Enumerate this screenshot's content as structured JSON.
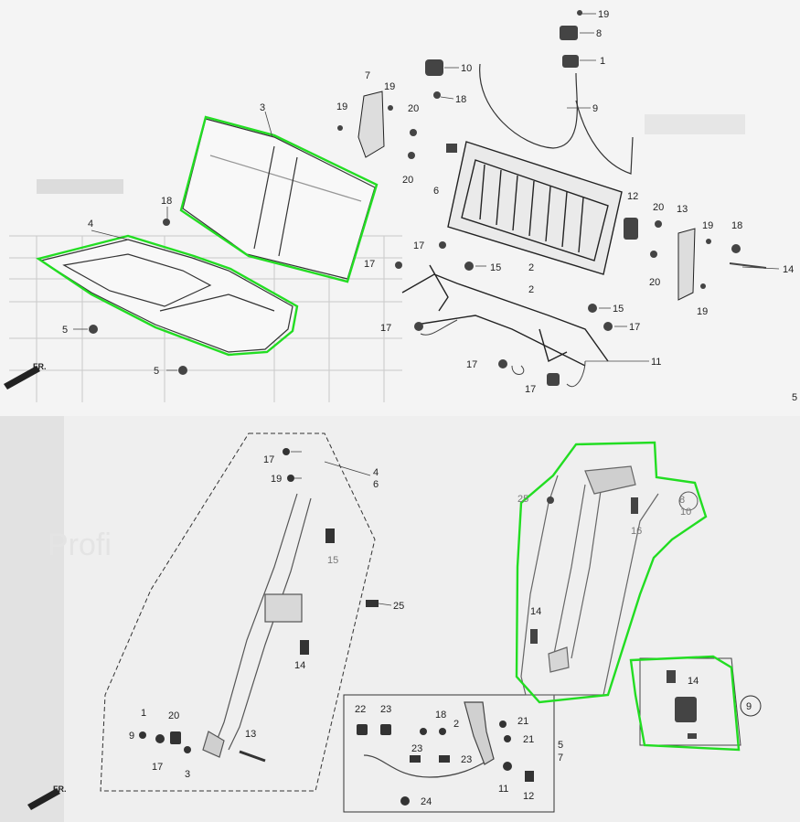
{
  "colors": {
    "highlight": "#22dd22",
    "ink": "#222222",
    "paper_top": "#f3f3f3",
    "paper_bottom": "#eeeeee"
  },
  "top_diagram": {
    "callouts": {
      "c19a": "19",
      "c8a": "8",
      "c1a": "1",
      "c10a": "10",
      "c18a": "18",
      "c9a": "9",
      "c7": "7",
      "c19b": "19",
      "c19c": "19",
      "c20a": "20",
      "c20b": "20",
      "c6": "6",
      "c3": "3",
      "c18b": "18",
      "c4": "4",
      "c5a": "5",
      "c5b": "5",
      "c17a": "17",
      "c17b": "17",
      "c15a": "15",
      "c2a": "2",
      "c2b": "2",
      "c12a": "12",
      "c20c": "20",
      "c20d": "20",
      "c13": "13",
      "c19d": "19",
      "c18c": "18",
      "c14": "14",
      "c19e": "19",
      "c15b": "15",
      "c17c": "17",
      "c17d": "17",
      "c17e": "17",
      "c17f": "17",
      "c11": "11",
      "c_edge": "5"
    },
    "front_marker": "FR."
  },
  "bottom_diagram": {
    "watermark": "Profi",
    "left_group": {
      "c17a": "17",
      "c19": "19",
      "c4": "4",
      "c6": "6",
      "c15": "15",
      "c25": "25",
      "c14": "14",
      "c1": "1",
      "c20": "20",
      "c9": "9",
      "c17b": "17",
      "c3": "3",
      "c13": "13"
    },
    "buckle_group": {
      "c22": "22",
      "c23a": "23",
      "c18": "18",
      "c2": "2",
      "c21a": "21",
      "c21b": "21",
      "c5": "5",
      "c7": "7",
      "c23b": "23",
      "c23c": "23",
      "c11": "11",
      "c12": "12",
      "c24": "24"
    },
    "right_group": {
      "c25": "25",
      "c8": "8",
      "c10": "10",
      "c16": "16",
      "c14a": "14",
      "c14b": "14",
      "c9": "9"
    },
    "front_marker": "FR."
  }
}
